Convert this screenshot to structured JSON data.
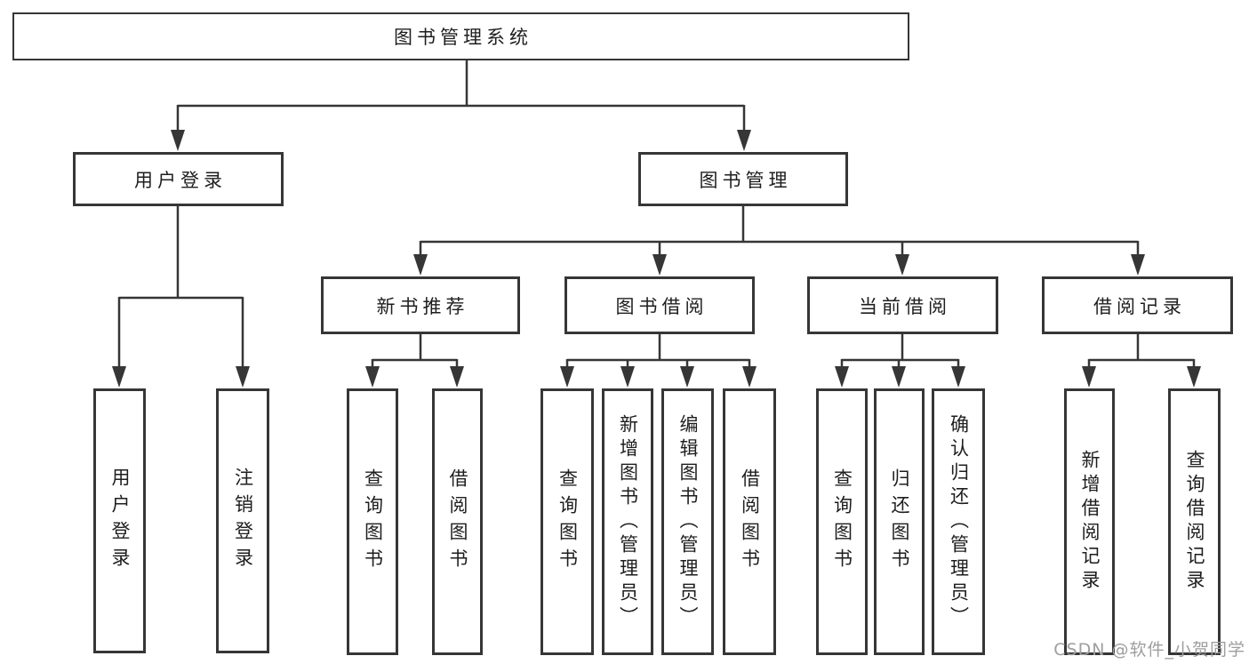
{
  "tree": {
    "root": {
      "label": "图书管理系统"
    },
    "user_login": {
      "label": "用户登录",
      "children": [
        {
          "label": "用户登录"
        },
        {
          "label": "注销登录"
        }
      ]
    },
    "book_mgmt": {
      "label": "图书管理",
      "children": [
        {
          "label": "新书推荐",
          "children": [
            {
              "label": "查询图书"
            },
            {
              "label": "借阅图书"
            }
          ]
        },
        {
          "label": "图书借阅",
          "children": [
            {
              "label": "查询图书"
            },
            {
              "label": "新增图书（管理员）"
            },
            {
              "label": "编辑图书（管理员）"
            },
            {
              "label": "借阅图书"
            }
          ]
        },
        {
          "label": "当前借阅",
          "children": [
            {
              "label": "查询图书"
            },
            {
              "label": "归还图书"
            },
            {
              "label": "确认归还（管理员）"
            }
          ]
        },
        {
          "label": "借阅记录",
          "children": [
            {
              "label": "新增借阅记录"
            },
            {
              "label": "查询借阅记录"
            }
          ]
        }
      ]
    }
  },
  "watermark": {
    "text": "CSDN @软件_小贺同学"
  },
  "colors": {
    "line": "#363636",
    "text": "#1e1e1e",
    "watermark_text": "#9e9e9e",
    "background": "#ffffff"
  }
}
